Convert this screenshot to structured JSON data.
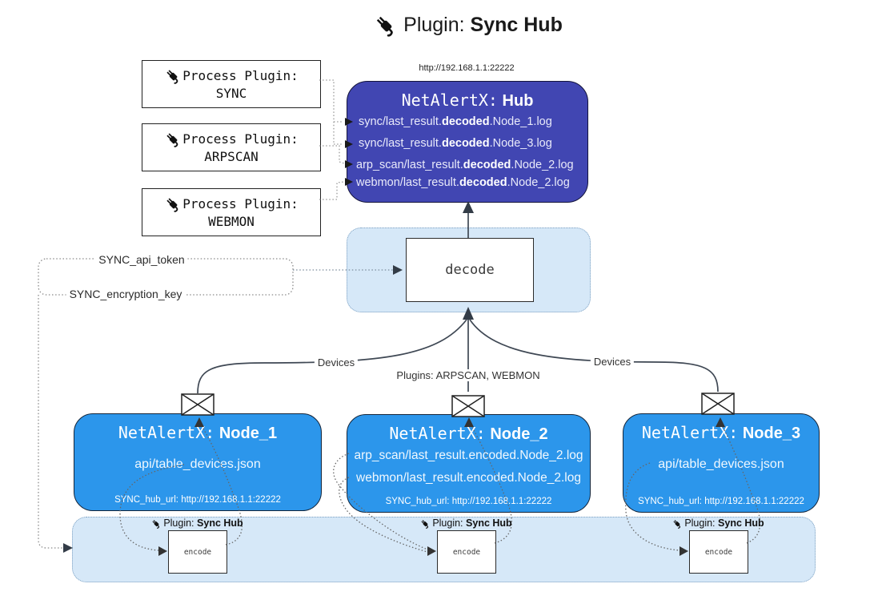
{
  "title": {
    "prefix": "Plugin:",
    "bold": "Sync Hub"
  },
  "process_plugins": [
    {
      "line1": "Process Plugin:",
      "name": "SYNC"
    },
    {
      "line1": "Process Plugin:",
      "name": "ARPSCAN"
    },
    {
      "line1": "Process Plugin:",
      "name": "WEBMON"
    }
  ],
  "hub": {
    "url": "http://192.168.1.1:22222",
    "title_mono": "NetAlertX:",
    "title_bold": "Hub",
    "logs": [
      {
        "pre": "sync/last_result.",
        "bold": "decoded",
        "post": ".Node_1.log"
      },
      {
        "pre": "sync/last_result.",
        "bold": "decoded",
        "post": ".Node_3.log"
      },
      {
        "pre": "arp_scan/last_result.",
        "bold": "decoded",
        "post": ".Node_2.log"
      },
      {
        "pre": "webmon/last_result.",
        "bold": "decoded",
        "post": ".Node_2.log"
      }
    ]
  },
  "decode": {
    "label": "decode"
  },
  "tokens": {
    "api_token": "SYNC_api_token",
    "encryption_key": "SYNC_encryption_key"
  },
  "edges": {
    "devices_left": "Devices",
    "devices_right": "Devices",
    "plugins_mid": "Plugins: ARPSCAN, WEBMON"
  },
  "nodes": [
    {
      "title_mono": "NetAlertX:",
      "title_bold": "Node_1",
      "files": [
        "api/table_devices.json"
      ],
      "hub_url": "SYNC_hub_url: http://192.168.1.1:22222"
    },
    {
      "title_mono": "NetAlertX:",
      "title_bold": "Node_2",
      "files": [
        "arp_scan/last_result.encoded.Node_2.log",
        "webmon/last_result.encoded.Node_2.log"
      ],
      "hub_url": "SYNC_hub_url: http://192.168.1.1:22222"
    },
    {
      "title_mono": "NetAlertX:",
      "title_bold": "Node_3",
      "files": [
        "api/table_devices.json"
      ],
      "hub_url": "SYNC_hub_url: http://192.168.1.1:22222"
    }
  ],
  "encode_section": {
    "label_prefix": "Plugin:",
    "label_bold": "Sync Hub",
    "box_label": "encode"
  },
  "colors": {
    "hub_fill": "#4146b2",
    "node_fill": "#2c96eb",
    "container_fill": "#d6e8f8",
    "container_border": "#7b9fc0",
    "line": "#3f4854",
    "dotted": "#8a8a8a"
  }
}
